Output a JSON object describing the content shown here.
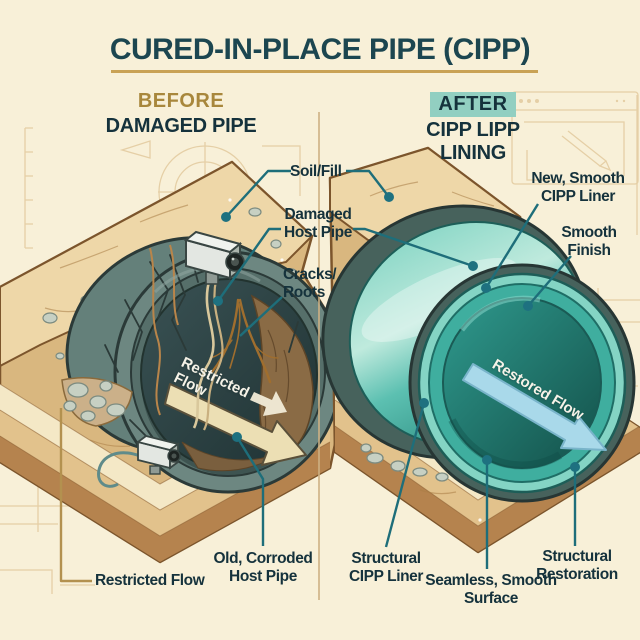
{
  "title": "CURED-IN-PLACE PIPE (CIPP)",
  "before_panel": {
    "tag": "BEFORE",
    "subtitle": "DAMAGED PIPE",
    "pipe_flow_text": "Restricted Flow"
  },
  "after_panel": {
    "tag": "AFTER",
    "subtitle": "CIPP LIPP LINING",
    "pipe_flow_text": "Restored Flow"
  },
  "callouts": {
    "soil_fill": "Soil/Fill",
    "damaged_host_pipe": "Damaged Host Pipe",
    "cracks_roots": "Cracks/ Roots",
    "new_smooth_cipp_liner": "New, Smooth CIPP Liner",
    "smooth_finish": "Smooth Finish",
    "restricted_flow": "Restricted Flow",
    "old_corroded_host_pipe": "Old, Corroded Host Pipe",
    "structural_cipp_liner": "Structural CIPP Liner",
    "seamless_smooth_surface": "Seamless, Smooth Surface",
    "structural_restoration": "Structural Restoration"
  },
  "colors": {
    "background": "#f8f0d8",
    "title_text": "#1c4650",
    "gold_accent": "#a8873c",
    "teal_accent": "#1e6e7a",
    "after_tag_highlight": "#92cfc1",
    "liner_teal": "#3fae9f",
    "damaged_pipe_gray": "#64807a",
    "soil_tan": "#d9b77f"
  }
}
